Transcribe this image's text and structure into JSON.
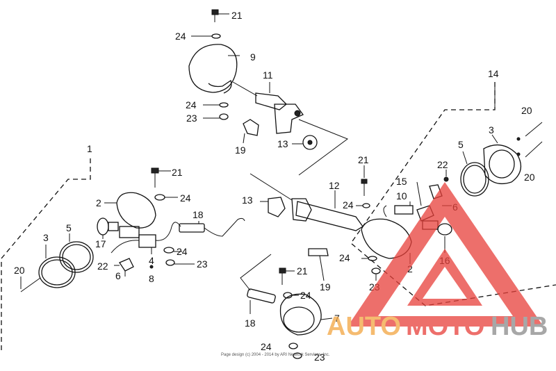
{
  "labels": {
    "l21_top": "21",
    "l24_top": "24",
    "l9": "9",
    "l11": "11",
    "l24_mid": "24",
    "l23_mid": "23",
    "l19_upper": "19",
    "l13_upper": "13",
    "l14": "14",
    "l20_rt": "20",
    "l3_right": "3",
    "l5_right": "5",
    "l22_right": "22",
    "l20_rb": "20",
    "l21_center": "21",
    "l15": "15",
    "l10": "10",
    "l6_right": "6",
    "l12": "12",
    "l13_center": "13",
    "l24_center": "24",
    "l16": "16",
    "l2_right": "2",
    "l24_rl": "24",
    "l23_right": "23",
    "l1": "1",
    "l21_left": "21",
    "l24_left": "24",
    "l2_left": "2",
    "l18_left": "18",
    "l5_left": "5",
    "l3_left": "3",
    "l17": "17",
    "l24_ll": "24",
    "l23_left": "23",
    "l22_left": "22",
    "l4": "4",
    "l8": "8",
    "l6_left": "6",
    "l20_left": "20",
    "l21_lower": "21",
    "l19_lower": "19",
    "l24_lm": "24",
    "l18_lower": "18",
    "l7": "7",
    "l24_bottom": "24",
    "l23_bottom": "23"
  },
  "copyright": "Page design (c) 2004 - 2014 by ARI Network Services, Inc.",
  "logo": {
    "auto": "AUTO",
    "moto": "MOTO",
    "hub": "HUB"
  },
  "colors": {
    "logo_orange": "#f2a541",
    "logo_red": "#e8403a",
    "logo_gray": "#8a8a8a"
  }
}
